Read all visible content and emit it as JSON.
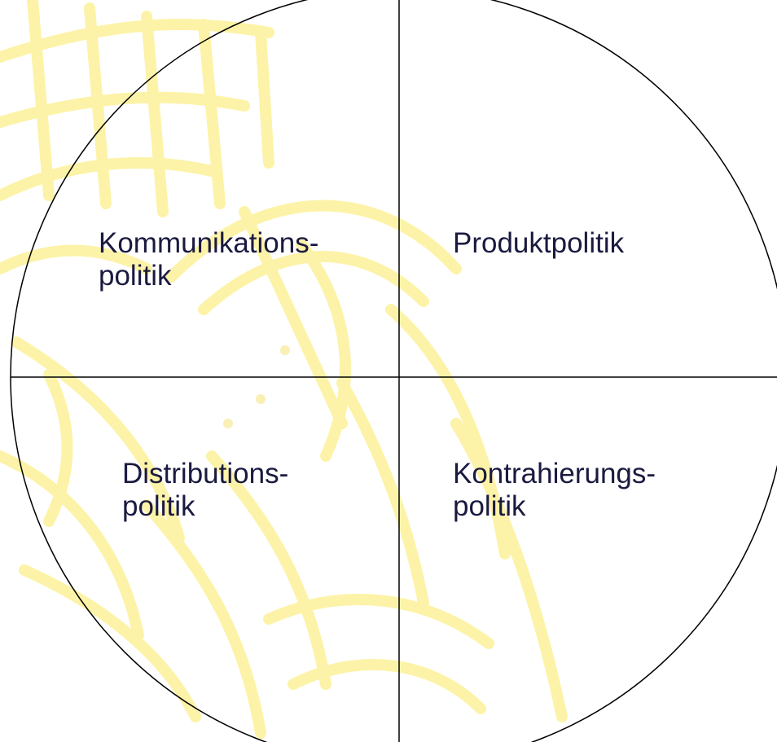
{
  "colors": {
    "background": "#ffffff",
    "watermark": "#fdf3a8",
    "watermark_accent": "#f6e27a",
    "lines": "#000000",
    "text": "#1a1a40"
  },
  "quadrants": {
    "top_left": {
      "line1": "Kommunikations-",
      "line2": "politik"
    },
    "top_right": {
      "line1": "Produktpolitik"
    },
    "bottom_left": {
      "line1": "Distributions-",
      "line2": "politik"
    },
    "bottom_right": {
      "line1": "Kontrahierungs-",
      "line2": "politik"
    }
  },
  "watermark": {
    "kind": "decorative-emblem-icon"
  }
}
